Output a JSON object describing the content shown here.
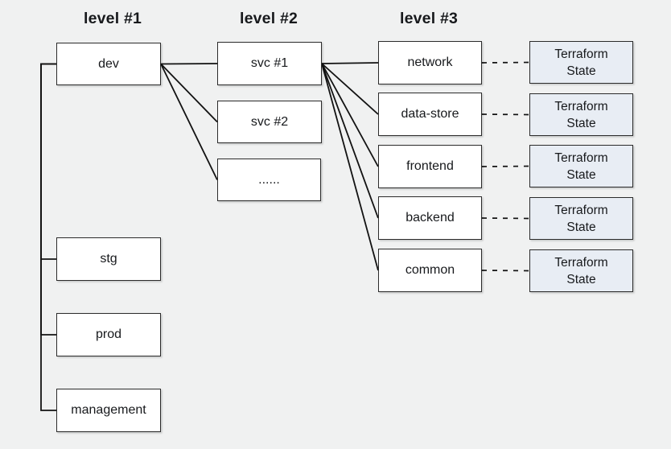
{
  "headings": [
    {
      "id": "level1",
      "label": "level #1"
    },
    {
      "id": "level2",
      "label": "level #2"
    },
    {
      "id": "level3",
      "label": "level #3"
    }
  ],
  "nodes": {
    "dev": {
      "label": "dev",
      "kind": "environment"
    },
    "stg": {
      "label": "stg",
      "kind": "environment"
    },
    "prod": {
      "label": "prod",
      "kind": "environment"
    },
    "management": {
      "label": "management",
      "kind": "environment"
    },
    "svc1": {
      "label": "svc #1",
      "kind": "service"
    },
    "svc2": {
      "label": "svc #2",
      "kind": "service"
    },
    "svc_more": {
      "label": "......",
      "kind": "service"
    },
    "network": {
      "label": "network",
      "kind": "component"
    },
    "data_store": {
      "label": "data-store",
      "kind": "component"
    },
    "frontend": {
      "label": "frontend",
      "kind": "component"
    },
    "backend": {
      "label": "backend",
      "kind": "component"
    },
    "common": {
      "label": "common",
      "kind": "component"
    },
    "tf_network": {
      "label": "Terraform\nState",
      "kind": "state"
    },
    "tf_data_store": {
      "label": "Terraform\nState",
      "kind": "state"
    },
    "tf_frontend": {
      "label": "Terraform\nState",
      "kind": "state"
    },
    "tf_backend": {
      "label": "Terraform\nState",
      "kind": "state"
    },
    "tf_common": {
      "label": "Terraform\nState",
      "kind": "state"
    }
  },
  "edges": [
    {
      "from": "dev",
      "to": "stg",
      "type": "tree"
    },
    {
      "from": "dev",
      "to": "prod",
      "type": "tree"
    },
    {
      "from": "dev",
      "to": "management",
      "type": "tree"
    },
    {
      "from": "dev",
      "to": "svc1",
      "type": "solid"
    },
    {
      "from": "dev",
      "to": "svc2",
      "type": "solid"
    },
    {
      "from": "dev",
      "to": "svc_more",
      "type": "solid"
    },
    {
      "from": "svc1",
      "to": "network",
      "type": "solid"
    },
    {
      "from": "svc1",
      "to": "data_store",
      "type": "solid"
    },
    {
      "from": "svc1",
      "to": "frontend",
      "type": "solid"
    },
    {
      "from": "svc1",
      "to": "backend",
      "type": "solid"
    },
    {
      "from": "svc1",
      "to": "common",
      "type": "solid"
    },
    {
      "from": "network",
      "to": "tf_network",
      "type": "dashed"
    },
    {
      "from": "data_store",
      "to": "tf_data_store",
      "type": "dashed"
    },
    {
      "from": "frontend",
      "to": "tf_frontend",
      "type": "dashed"
    },
    {
      "from": "backend",
      "to": "tf_backend",
      "type": "dashed"
    },
    {
      "from": "common",
      "to": "tf_common",
      "type": "dashed"
    }
  ],
  "colors": {
    "bg": "#f0f1f1",
    "node_fill": "#ffffff",
    "node_border": "#2b2b2b",
    "state_fill": "#e8edf4",
    "line": "#121212",
    "text": "#17191c"
  }
}
